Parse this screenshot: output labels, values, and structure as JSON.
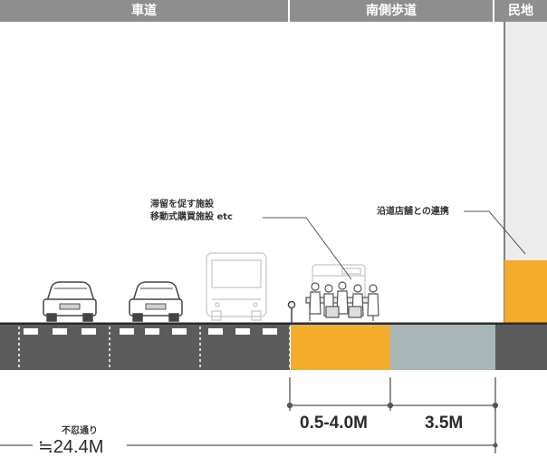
{
  "sections": [
    {
      "label": "車道"
    },
    {
      "label": "南側歩道"
    },
    {
      "label": "民地"
    }
  ],
  "annotations": {
    "stay": [
      "滞留を促す施設",
      "移動式購買施設 etc"
    ],
    "shops": "沿道店舗との連携"
  },
  "dimensions": {
    "zone1": "0.5-4.0M",
    "zone2": "3.5M",
    "total_note": "不忍通り",
    "total": "≒24.4M"
  },
  "colors": {
    "header": "#8e8e8e",
    "road": "#5c5c5c",
    "orange": "#f4ad2a",
    "sidewalk": "#a8b6b8",
    "building": "#ececec",
    "ground_line": "#2b2b2b"
  }
}
